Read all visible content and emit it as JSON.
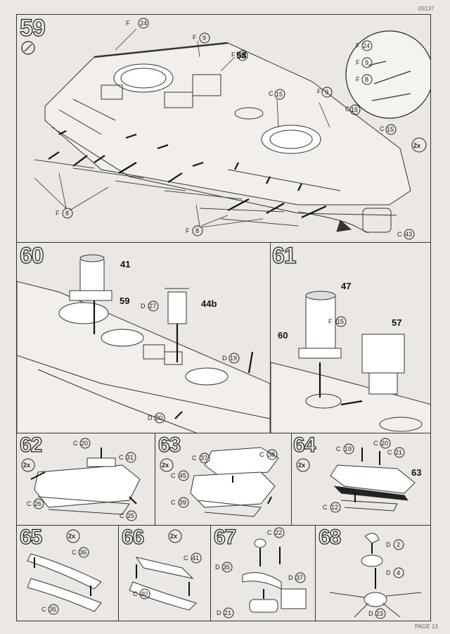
{
  "header": {
    "code": "05137"
  },
  "footer": {
    "page": "PAGE 13"
  },
  "steps": [
    {
      "number": "59",
      "labels": {
        "part58": "58",
        "f24": "24",
        "f9a": "9",
        "f24b": "24",
        "c15a": "15",
        "f9b": "9",
        "c15b": "15",
        "c15c": "15",
        "mult": "2x",
        "f8a": "8",
        "f8b": "8",
        "c43": "43",
        "inset_f24": "24",
        "inset_f9": "9",
        "inset_f8": "8"
      }
    },
    {
      "number": "60",
      "labels": {
        "part41": "41",
        "part59": "59",
        "part44b": "44b",
        "d27": "27",
        "d19": "19",
        "d20": "20"
      }
    },
    {
      "number": "61",
      "labels": {
        "part47": "47",
        "part57": "57",
        "part60": "60",
        "f15": "15"
      }
    },
    {
      "number": "62",
      "labels": {
        "mult": "2x",
        "c20": "20",
        "c31": "31",
        "c26": "26",
        "c25": "25"
      }
    },
    {
      "number": "63",
      "labels": {
        "mult": "2x",
        "c37": "37",
        "c38": "38",
        "c45": "45",
        "c39": "39"
      }
    },
    {
      "number": "64",
      "labels": {
        "mult": "2x",
        "c19": "19",
        "c20": "20",
        "c21": "21",
        "part63": "63",
        "c12": "12"
      }
    },
    {
      "number": "65",
      "labels": {
        "mult": "2x",
        "c36": "36",
        "c35": "35"
      }
    },
    {
      "number": "66",
      "labels": {
        "mult": "2x",
        "c41": "41",
        "c40": "40"
      }
    },
    {
      "number": "67",
      "labels": {
        "c22": "22",
        "d35": "35",
        "d37": "37",
        "d21": "21"
      }
    },
    {
      "number": "68",
      "labels": {
        "d2": "2",
        "d4": "4",
        "d23": "23"
      }
    }
  ]
}
